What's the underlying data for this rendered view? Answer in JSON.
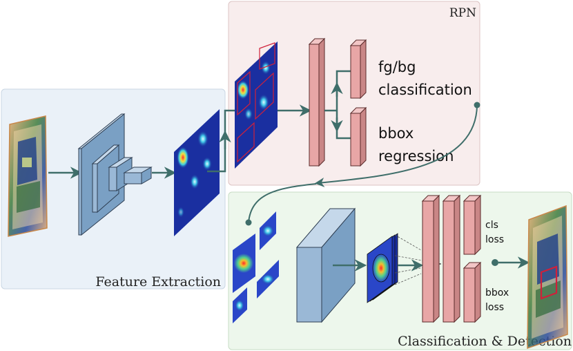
{
  "panels": {
    "feature_extraction": {
      "title": "Feature Extraction",
      "bg": "#eaf1f8"
    },
    "rpn": {
      "title": "RPN",
      "bg": "#f8eded"
    },
    "classification": {
      "title": "Classification & Detection",
      "bg": "#edf7ec"
    }
  },
  "rpn_outputs": {
    "cls_line1": "fg/bg",
    "cls_line2": "classification",
    "reg_line1": "bbox",
    "reg_line2": "regression"
  },
  "det_outputs": {
    "cls_line1": "cls",
    "cls_line2": "loss",
    "reg_line1": "bbox",
    "reg_line2": "loss"
  },
  "colors": {
    "arrow": "#3f6e6a",
    "layer_pink": "#e8a6a6",
    "layer_blue": "#9ab8d6",
    "heatmap_bg": "#1a2fa0",
    "box_red": "#d0203a"
  },
  "icons": {
    "input_image": "xray-scan-image",
    "output_image": "xray-scan-image-with-detection-box",
    "feature_map": "heatmap-icon"
  }
}
